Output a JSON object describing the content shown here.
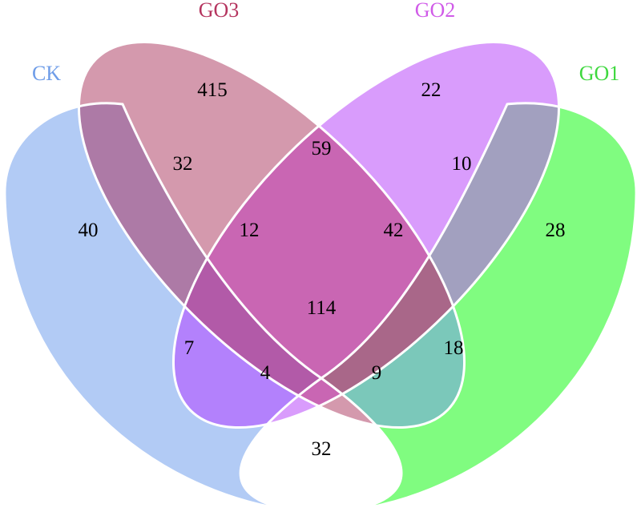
{
  "sets": {
    "ck": {
      "label": "CK",
      "color": "#6f9de8"
    },
    "go3": {
      "label": "GO3",
      "color": "#b5355f"
    },
    "go2": {
      "label": "GO2",
      "color": "#d05be8"
    },
    "go1": {
      "label": "GO1",
      "color": "#3ed83e"
    }
  },
  "region_colors": {
    "ck_only": "#b2cbf5",
    "go1_only": "#80fc80",
    "go3_only": "#d499ad",
    "go2_only": "#d99cfc",
    "ck_go3": "#ad7aa6",
    "ck_go2": "#b381fc",
    "go3_go2": "#c966b3",
    "go2_go1": "#a2a0bf",
    "go3_go1": "#7bc8ba",
    "ck_go1": "#999775",
    "ck_go3_go2": "#b25aa8",
    "go3_go2_go1": "#a96789",
    "ck_go2_go1": "#968fd8",
    "ck_go3_go1": "#907f8b",
    "all": "#a25a9e",
    "outline": "#ffffff"
  },
  "counts": {
    "ck_only": "40",
    "go3_only": "415",
    "go2_only": "22",
    "go1_only": "28",
    "ck_go3": "32",
    "go3_go2": "59",
    "go2_go1": "10",
    "ck_go3_go2": "12",
    "go3_go2_go1": "42",
    "all": "114",
    "ck_go2": "7",
    "ck_go1": "18",
    "ck_go2_go1": "4",
    "ck_go3_go1": "9",
    "go3_go1": "32"
  }
}
